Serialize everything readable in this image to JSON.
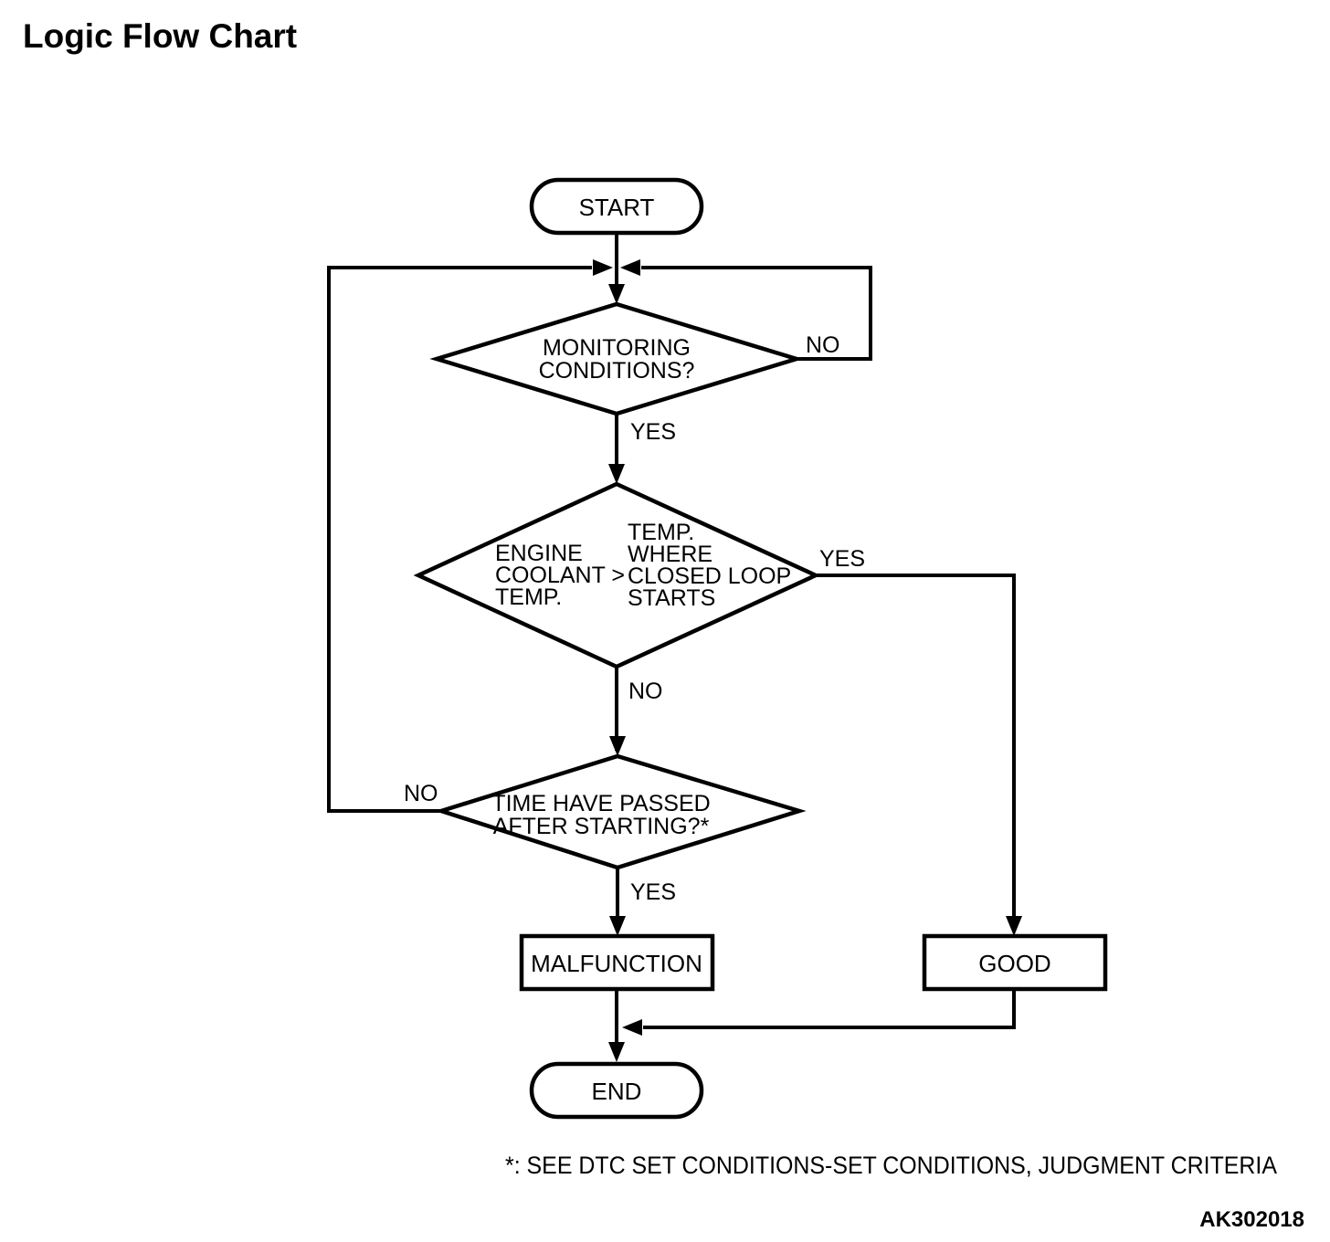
{
  "title": "Logic Flow Chart",
  "figure_code": "AK302018",
  "footnote": "*: SEE DTC SET CONDITIONS-SET CONDITIONS, JUDGMENT CRITERIA",
  "nodes": {
    "start": {
      "label": "START"
    },
    "monitoring": {
      "line1": "MONITORING",
      "line2": "CONDITIONS?"
    },
    "coolant": {
      "left_line1": "ENGINE",
      "left_line2": "COOLANT >",
      "left_line3": "TEMP.",
      "right_line1": "TEMP.",
      "right_line2": "WHERE",
      "right_line3": "CLOSED LOOP",
      "right_line4": "STARTS"
    },
    "time": {
      "line1": "TIME HAVE PASSED",
      "line2": "AFTER STARTING?*"
    },
    "malfunction": {
      "label": "MALFUNCTION"
    },
    "good": {
      "label": "GOOD"
    },
    "end": {
      "label": "END"
    }
  },
  "edges": {
    "monitoring_no": "NO",
    "monitoring_yes": "YES",
    "coolant_yes": "YES",
    "coolant_no": "NO",
    "time_no": "NO",
    "time_yes": "YES"
  },
  "colors": {
    "line": "#000000",
    "background": "#ffffff"
  }
}
